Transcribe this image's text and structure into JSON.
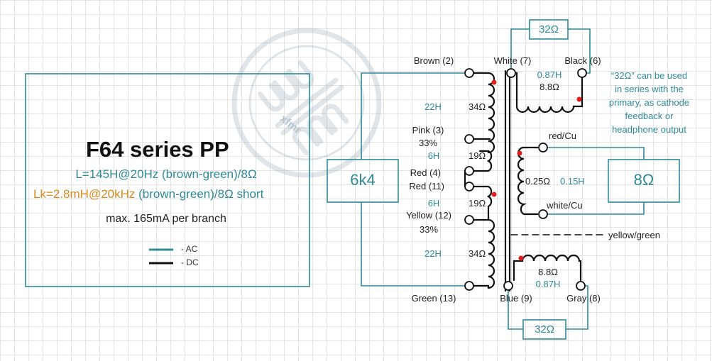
{
  "title": "F64 series PP",
  "specs": {
    "inductance": "L=145H@20Hz (brown-green)/8Ω",
    "leakage_prefix": "Lk=2.8mH@20kHz",
    "leakage_suffix": " (brown-green)/8Ω short",
    "max_current": "max. 165mA per branch"
  },
  "legend": {
    "ac": "- AC",
    "dc": "- DC"
  },
  "watermark": "xfmr",
  "loads": {
    "primary": "6k4",
    "secondary": "8Ω",
    "top": "32Ω",
    "bottom": "32Ω"
  },
  "pins": {
    "brown": "Brown (2)",
    "white": "White (7)",
    "black": "Black (6)",
    "pink": "Pink (3)",
    "red4": "Red (4)",
    "red11": "Red (11)",
    "yellow": "Yellow (12)",
    "green": "Green (13)",
    "blue": "Blue (9)",
    "gray": "Gray (8)",
    "red_cu": "red/Cu",
    "white_cu": "white/Cu",
    "yellow_green": "yellow/green"
  },
  "windings": {
    "p1_l": "22H",
    "p1_r": "34Ω",
    "tap1_pct": "33%",
    "tap1_l": "6H",
    "tap1_r": "19Ω",
    "tap2_l": "6H",
    "tap2_r": "19Ω",
    "tap2_pct": "33%",
    "p2_l": "22H",
    "p2_r": "34Ω",
    "top_l": "0.87H",
    "top_r": "8.8Ω",
    "sec_r": "0.25Ω",
    "sec_l": "0.15H",
    "bot_r": "8.8Ω",
    "bot_l": "0.87H"
  },
  "note": [
    "“32Ω” can be used",
    "in series with the",
    "primary, as cathode",
    "feedback or",
    "headphone output"
  ],
  "colors": {
    "ac": "#2f8a97",
    "dc": "#111111",
    "dot": "#e11d1d",
    "leakage": "#d98a1e"
  }
}
